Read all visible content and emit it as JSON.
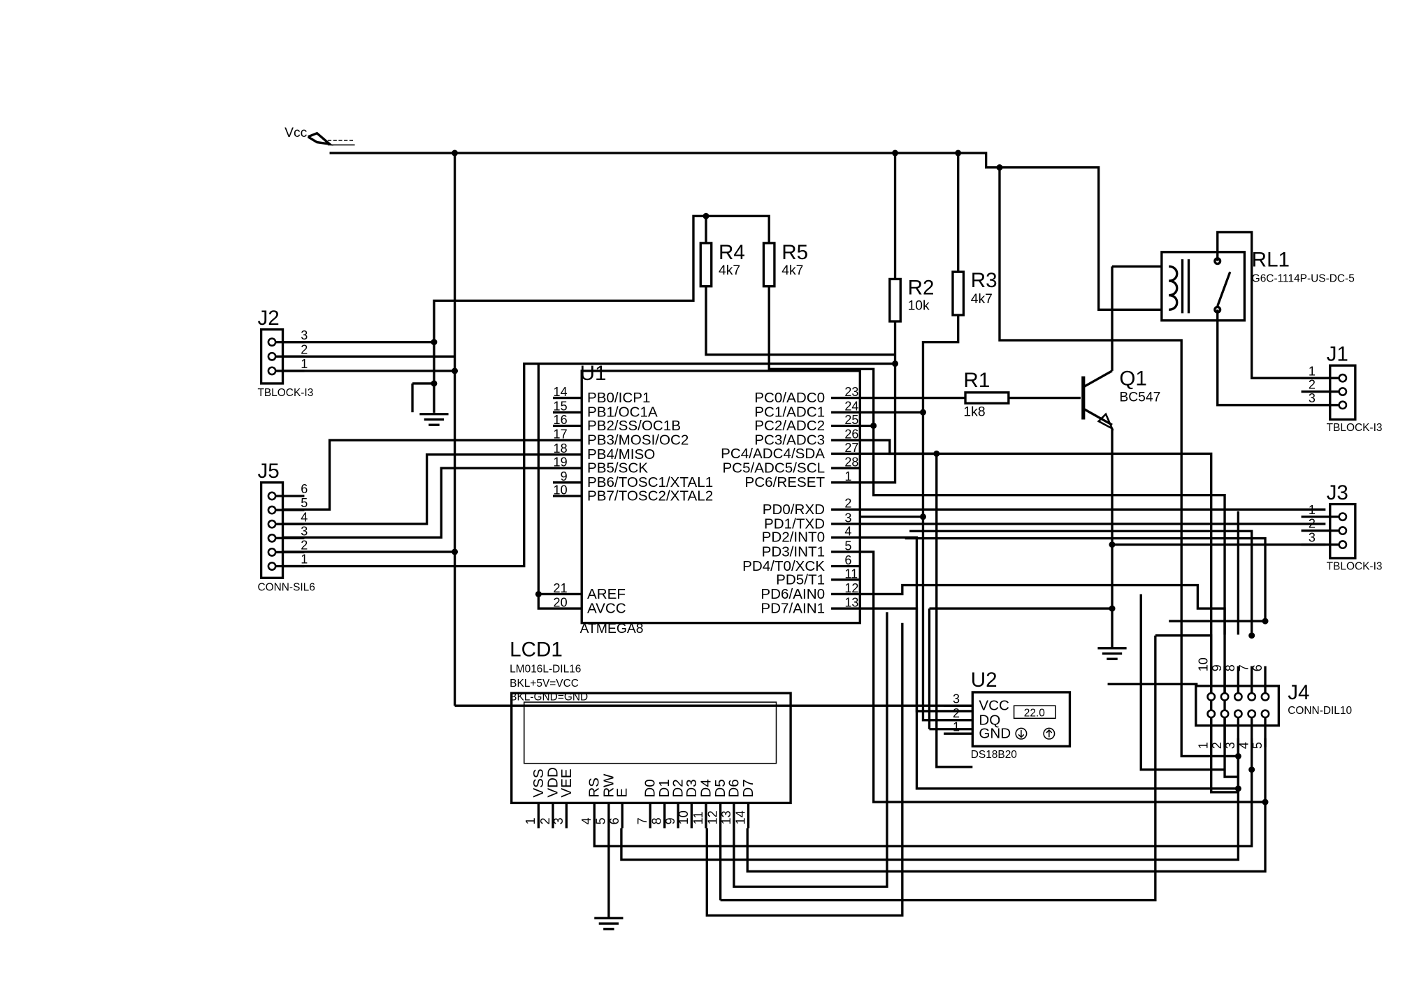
{
  "power": {
    "vcc": "Vcc"
  },
  "u1": {
    "ref": "U1",
    "part": "ATMEGA8",
    "left": [
      [
        "14",
        "PB0/ICP1"
      ],
      [
        "15",
        "PB1/OC1A"
      ],
      [
        "16",
        "PB2/SS/OC1B"
      ],
      [
        "17",
        "PB3/MOSI/OC2"
      ],
      [
        "18",
        "PB4/MISO"
      ],
      [
        "19",
        "PB5/SCK"
      ],
      [
        "9",
        "PB6/TOSC1/XTAL1"
      ],
      [
        "10",
        "PB7/TOSC2/XTAL2"
      ],
      [
        "21",
        "AREF"
      ],
      [
        "20",
        "AVCC"
      ]
    ],
    "right": [
      [
        "23",
        "PC0/ADC0"
      ],
      [
        "24",
        "PC1/ADC1"
      ],
      [
        "25",
        "PC2/ADC2"
      ],
      [
        "26",
        "PC3/ADC3"
      ],
      [
        "27",
        "PC4/ADC4/SDA"
      ],
      [
        "28",
        "PC5/ADC5/SCL"
      ],
      [
        "1",
        "PC6/RESET"
      ],
      [
        "2",
        "PD0/RXD"
      ],
      [
        "3",
        "PD1/TXD"
      ],
      [
        "4",
        "PD2/INT0"
      ],
      [
        "5",
        "PD3/INT1"
      ],
      [
        "6",
        "PD4/T0/XCK"
      ],
      [
        "11",
        "PD5/T1"
      ],
      [
        "12",
        "PD6/AIN0"
      ],
      [
        "13",
        "PD7/AIN1"
      ]
    ]
  },
  "resistors": {
    "r1": {
      "ref": "R1",
      "val": "1k8"
    },
    "r2": {
      "ref": "R2",
      "val": "10k"
    },
    "r3": {
      "ref": "R3",
      "val": "4k7"
    },
    "r4": {
      "ref": "R4",
      "val": "4k7"
    },
    "r5": {
      "ref": "R5",
      "val": "4k7"
    }
  },
  "q1": {
    "ref": "Q1",
    "part": "BC547"
  },
  "rl1": {
    "ref": "RL1",
    "part": "G6C-1114P-US-DC-5"
  },
  "j1": {
    "ref": "J1",
    "part": "TBLOCK-I3",
    "pins": [
      "1",
      "2",
      "3"
    ]
  },
  "j2": {
    "ref": "J2",
    "part": "TBLOCK-I3",
    "pins": [
      "3",
      "2",
      "1"
    ]
  },
  "j3": {
    "ref": "J3",
    "part": "TBLOCK-I3",
    "pins": [
      "1",
      "2",
      "3"
    ]
  },
  "j5": {
    "ref": "J5",
    "part": "CONN-SIL6",
    "pins": [
      "6",
      "5",
      "4",
      "3",
      "2",
      "1"
    ]
  },
  "j4": {
    "ref": "J4",
    "part": "CONN-DIL10",
    "top": [
      "10",
      "9",
      "8",
      "7",
      "6"
    ],
    "bottom": [
      "1",
      "2",
      "3",
      "4",
      "5"
    ]
  },
  "u2": {
    "ref": "U2",
    "part": "DS18B20",
    "pins": [
      [
        "3",
        "VCC"
      ],
      [
        "2",
        "DQ"
      ],
      [
        "1",
        "GND"
      ]
    ],
    "display": "22.0"
  },
  "lcd1": {
    "ref": "LCD1",
    "part": "LM016L-DIL16",
    "note1": "BKL+5V=VCC",
    "note2": "BKL-GND=GND",
    "pins": [
      [
        "1",
        "VSS"
      ],
      [
        "2",
        "VDD"
      ],
      [
        "3",
        "VEE"
      ],
      [
        "4",
        "RS"
      ],
      [
        "5",
        "RW"
      ],
      [
        "6",
        "E"
      ],
      [
        "7",
        "D0"
      ],
      [
        "8",
        "D1"
      ],
      [
        "9",
        "D2"
      ],
      [
        "10",
        "D3"
      ],
      [
        "11",
        "D4"
      ],
      [
        "12",
        "D5"
      ],
      [
        "13",
        "D6"
      ],
      [
        "14",
        "D7"
      ]
    ]
  }
}
